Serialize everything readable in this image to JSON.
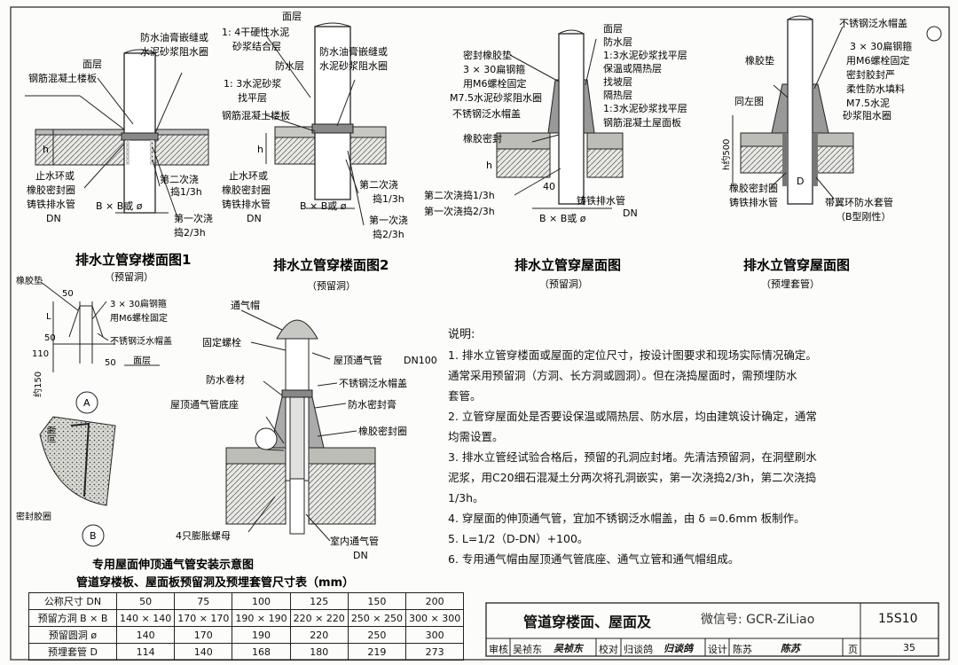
{
  "fig1": {
    "title": "排水立管穿楼面图1",
    "subtitle": "（预留洞）",
    "labels": {
      "surface": "面层",
      "slab": "钢筋混凝土楼板",
      "seal_ring": "防水油膏嵌缝或",
      "seal_ring2": "水泥砂浆阻水圈",
      "h": "h",
      "stop_ring1": "止水环或",
      "stop_ring2": "橡胶密封圈",
      "pipe": "铸铁排水管",
      "dn": "DN",
      "bxb": "B × B或 ø",
      "second_pour1": "第二次浇",
      "second_pour2": "捣1/3h",
      "first_pour1": "第一次浇",
      "first_pour2": "捣2/3h"
    }
  },
  "fig2": {
    "title": "排水立管穿楼面图2",
    "subtitle": "（预留洞）",
    "labels": {
      "surface": "面层",
      "layer1a": "1: 4干硬性水泥",
      "layer1b": "砂浆结合层",
      "waterproof": "防水层",
      "layer2a": "1: 3水泥砂浆",
      "layer2b": "找平层",
      "slab": "钢筋混凝土楼板",
      "seal1": "防水油膏嵌缝或",
      "seal2": "水泥砂浆阻水圈",
      "h": "h",
      "stop1": "止水环或",
      "stop2": "橡胶密封圈",
      "pipe": "铸铁排水管",
      "dn": "DN",
      "bxb": "B × B或 ø",
      "second1": "第二次浇",
      "second2": "捣1/3h",
      "first1": "第一次浇",
      "first2": "捣2/3h"
    }
  },
  "fig3": {
    "title": "排水立管穿屋面图",
    "subtitle": "（预留洞）",
    "labels": {
      "seal_pad": "密封橡胶垫",
      "flat_hoop": "3 × 30扁钢箍",
      "m6": "用M6螺栓固定",
      "m75": "M7.5水泥砂浆阻水圈",
      "cap": "不锈钢泛水帽盖",
      "surface": "面层",
      "waterproof": "防水层",
      "level": "1:3水泥砂浆找平层",
      "insul": "保温或隔热层",
      "slope": "找坡层",
      "heat": "隔热层",
      "level2": "1:3水泥砂浆找平层",
      "slab": "钢筋混凝土屋面板",
      "rubber": "橡胶密封",
      "h": "h",
      "second": "第二次浇捣1/3h",
      "first": "第一次浇捣2/3h",
      "dim": "40",
      "pipe": "铸铁排水管",
      "bxb": "B × B或 ø",
      "dn": "DN"
    }
  },
  "fig4": {
    "title": "排水立管穿屋面图",
    "subtitle": "（预埋套管）",
    "labels": {
      "cap": "不锈钢泛水帽盖",
      "hoop": "3 × 30扁钢箍",
      "m6": "用M6螺栓固定",
      "sealant": "密封胶封严",
      "flex": "柔性防水填料",
      "m75a": "M7.5水泥",
      "m75b": "砂浆阻水圈",
      "pad": "橡胶垫",
      "circle": "同左图",
      "h500": "h约500",
      "ring": "橡胶密封圈",
      "pipe": "铸铁排水管",
      "sleeve": "带翼环防水套管",
      "sleeve_type": "（B型刚性）",
      "d": "D"
    }
  },
  "fig5": {
    "title": "专用屋面伸顶通气管安装示意图",
    "labels": {
      "pad": "橡胶垫",
      "d50": "50",
      "hoop": "3 × 30扁钢箍",
      "m6": "用M6螺栓固定",
      "cap": "不锈钢泛水帽盖",
      "d110": "110",
      "d50b": "50",
      "L": "L",
      "surface": "面层",
      "d150": "约150",
      "d50c": "50",
      "callout_a": "A",
      "callout_b": "B",
      "sealant": "密封胶圈",
      "gap": "间隙",
      "vent_cap": "通气帽",
      "bolt": "固定螺栓",
      "roof_vent": "屋顶通气管",
      "dn100": "DN100",
      "membrane": "防水卷材",
      "cap2": "不锈钢泛水帽盖",
      "base": "屋顶通气管底座",
      "seal_paste": "防水密封膏",
      "ring": "橡胶密封圈",
      "nut": "4只膨胀螺母",
      "indoor": "室内通气管",
      "dn": "DN"
    }
  },
  "notes": {
    "heading": "说明:",
    "items": [
      "1.  排水立管穿楼面或屋面的定位尺寸，按设计图要求和现场实际情况确定。",
      "     通常采用预留洞（方洞、长方洞或圆洞）。但在浇捣屋面时，需预埋防水",
      "     套管。",
      "2.  立管穿屋面处是否要设保温或隔热层、防水层，均由建筑设计确定，通常",
      "     均需设置。",
      "3.  排水立管经试验合格后，预留的孔洞应封堵。先清洁预留洞，在洞壁刷水",
      "     泥浆，用C20细石混凝土分两次将孔洞嵌实，第一次浇捣2/3h，第二次浇捣",
      "     1/3h。",
      "4.  穿屋面的伸顶通气管，宜加不锈钢泛水帽盖，由 δ =0.6mm 板制作。",
      "5.  L=1/2（D-DN）+100。",
      "6.  专用通气帽由屋顶通气管底座、通气立管和通气帽组成。"
    ]
  },
  "table": {
    "caption": "管道穿楼板、屋面板预留洞及预埋套管尺寸表（mm）",
    "rows": [
      {
        "head": "公称尺寸 DN",
        "values": [
          "50",
          "75",
          "100",
          "125",
          "150",
          "200"
        ]
      },
      {
        "head": "预留方洞 B × B",
        "values": [
          "140 × 140",
          "170 × 170",
          "190 × 190",
          "220 × 220",
          "250 × 250",
          "300 × 300"
        ]
      },
      {
        "head": "预留圆洞 ø",
        "values": [
          "140",
          "170",
          "190",
          "220",
          "250",
          "300"
        ]
      },
      {
        "head": "预埋套管  D",
        "values": [
          "114",
          "140",
          "168",
          "180",
          "219",
          "273"
        ]
      }
    ]
  },
  "title_block": {
    "title": "管道穿楼面、屋面及",
    "watermark": "微信号: GCR-ZiLiao",
    "code": "15S10",
    "review": "审核",
    "reviewer": "吴祯东",
    "reviewer_sig": "吴祯东",
    "check": "校对",
    "checker": "归谈鸽",
    "checker_sig": "归谈鸽",
    "design": "设计",
    "designer": "陈苏",
    "designer_sig": "陈苏",
    "page_label": "页",
    "page": "35"
  }
}
